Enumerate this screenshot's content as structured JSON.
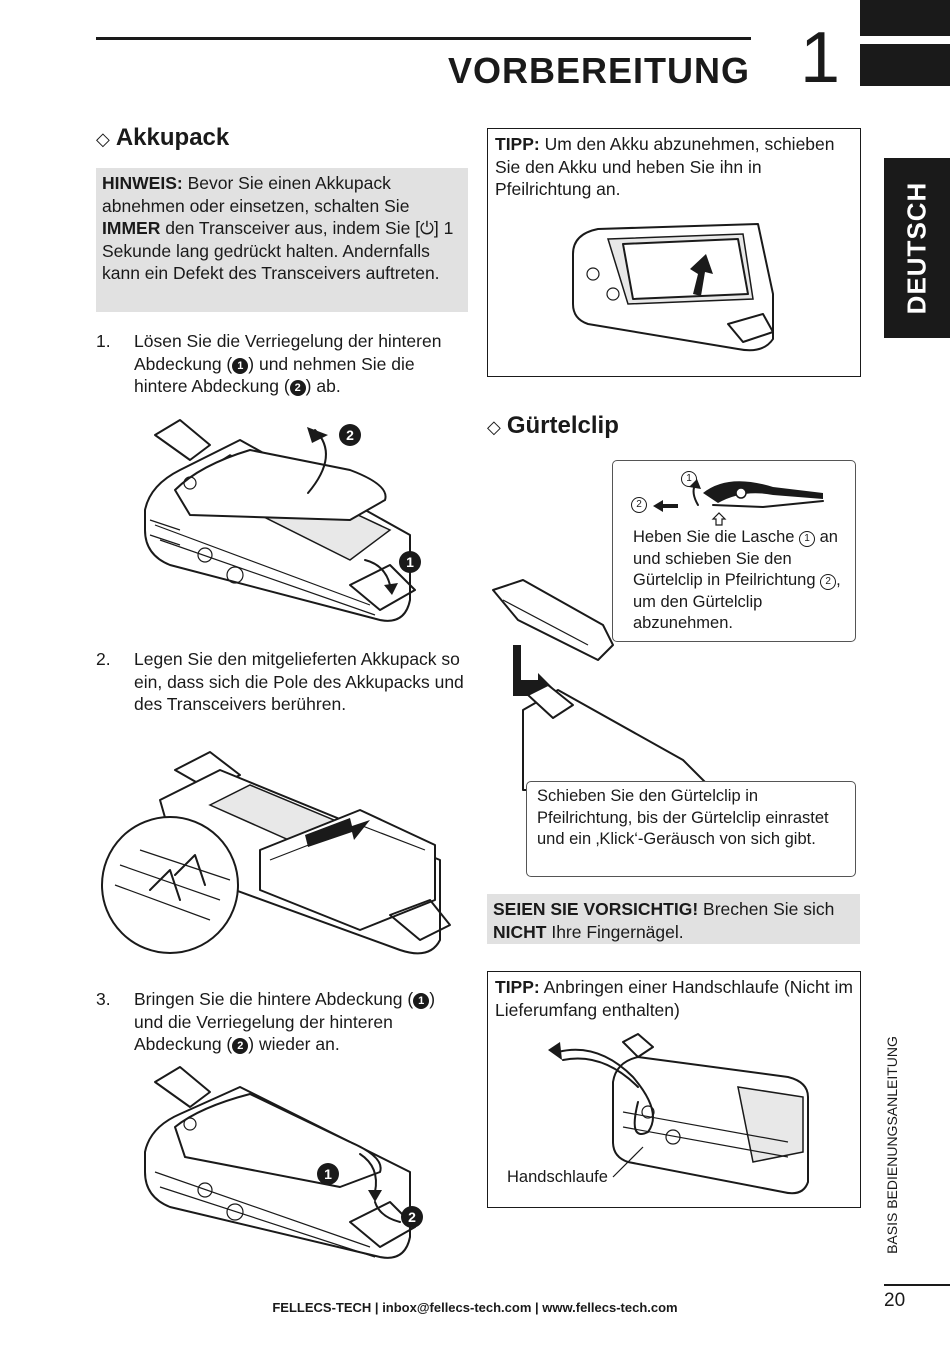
{
  "header": {
    "title": "VORBEREITUNG",
    "chapter": "1"
  },
  "side": {
    "language": "DEUTSCH",
    "manual": "BASIS BEDIENUNGSANLEITUNG",
    "page": "20"
  },
  "akku": {
    "heading": "Akkupack",
    "note": {
      "label": "HINWEIS:",
      "t1": " Bevor Sie einen Akkupack abnehmen oder einsetzen, schalten Sie ",
      "bold": "IMMER",
      "t2": " den Transceiver aus, indem Sie [",
      "icon": "⏻",
      "t3": "] 1 Sekunde lang gedrückt halten. Andernfalls kann ein Defekt des Transceivers auftreten."
    },
    "steps": [
      {
        "num": "1.",
        "a": "Lösen Sie die Verriegelung der hinteren Abdeckung (",
        "m1": "1",
        "b": ") und nehmen Sie die hintere Abdeckung (",
        "m2": "2",
        "c": ") ab."
      },
      {
        "num": "2.",
        "text": "Legen Sie den mitgelieferten Akkupack so ein, dass sich die Pole des Akkupacks und des Transceivers berühren."
      },
      {
        "num": "3.",
        "a": "Bringen Sie die hintere Abdeckung (",
        "m1": "1",
        "b": ") und die Verriegelung der hinteren Abdeckung (",
        "m2": "2",
        "c": ") wieder an."
      }
    ]
  },
  "tipp1": {
    "label": "TIPP:",
    "text": " Um den Akku abzunehmen, schieben Sie den Akku und heben Sie ihn in Pfeilrichtung an."
  },
  "clip": {
    "heading": "Gürtelclip",
    "c1": "1",
    "c2": "2",
    "remove": {
      "a": "Heben Sie die Lasche ",
      "c1": "1",
      "b": " an und schieben Sie den Gürtelclip in Pfeilrichtung ",
      "c2": "2",
      "c": ", um den Gürtelclip abzunehmen."
    },
    "attach": "Schieben Sie den Gürtelclip in Pfeilrichtung, bis der Gürtelclip einrastet und ein ‚Klick‘-Geräusch von sich gibt."
  },
  "caution": {
    "label": "SEIEN SIE VORSICHTIG!",
    "t1": " Brechen Sie sich ",
    "bold": "NICHT",
    "t2": " Ihre Fingernägel."
  },
  "tipp2": {
    "label": "TIPP:",
    "text": " Anbringen einer Handschlaufe (Nicht im Lieferumfang enthalten)",
    "caption": "Handschlaufe"
  },
  "figures": {
    "fig1_m1": "1",
    "fig1_m2": "2",
    "fig3_m1": "1",
    "fig3_m2": "2"
  },
  "footer": {
    "company": "FELLECS-TECH",
    "sep": " | ",
    "email": "inbox@fellecs-tech.com",
    "web": "www.fellecs-tech.com"
  }
}
